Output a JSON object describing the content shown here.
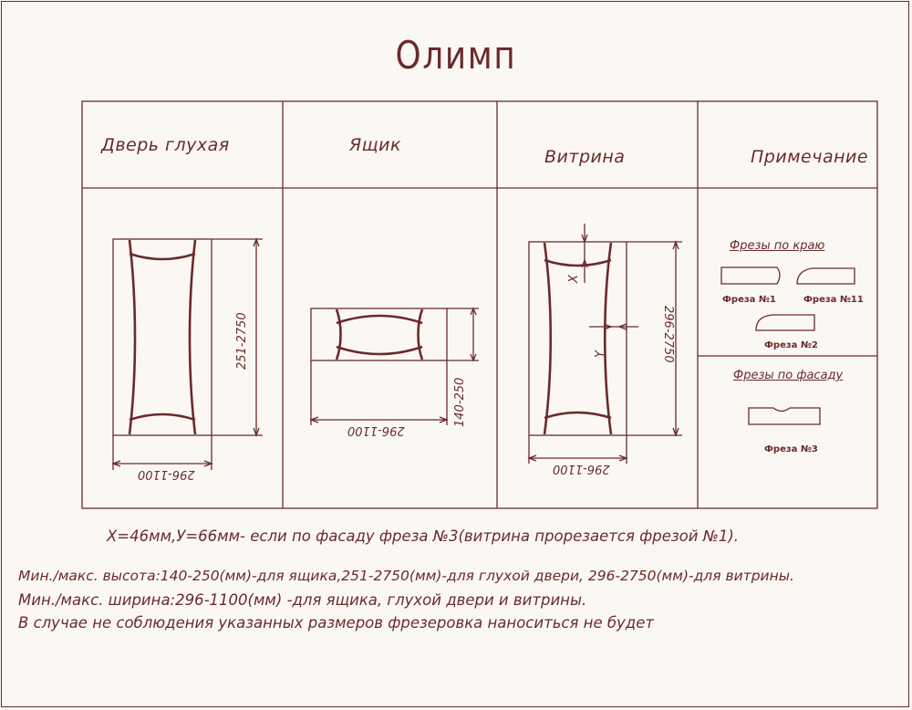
{
  "title": "Олимп",
  "columns": {
    "door": "Дверь глухая",
    "drawer": "Ящик",
    "showcase": "Витрина",
    "note": "Примечание"
  },
  "dims": {
    "door_height": "251-2750",
    "door_width": "296-1100",
    "drawer_height": "140-250",
    "drawer_width": "296-1100",
    "showcase_height": "296-2750",
    "showcase_width": "296-1100",
    "x_mark": "X",
    "y_mark": "Y"
  },
  "cutters": {
    "edge_title": "Фрезы по краю",
    "face_title": "Фрезы по фасаду",
    "c1": "Фреза №1",
    "c11": "Фреза №11",
    "c2": "Фреза №2",
    "c3": "Фреза №3"
  },
  "notes": {
    "line1": "X=46мм,У=66мм- если по фасаду фреза №3(витрина прорезается фрезой №1).",
    "line2": "Мин./макс. высота:140-250(мм)-для ящика,251-2750(мм)-для глухой двери, 296-2750(мм)-для витрины.",
    "line3": "Мин./макс. ширина:296-1100(мм) -для ящика, глухой двери и витрины.",
    "line4": "В случае не соблюдения указанных размеров фрезеровка наноситься не будет"
  }
}
